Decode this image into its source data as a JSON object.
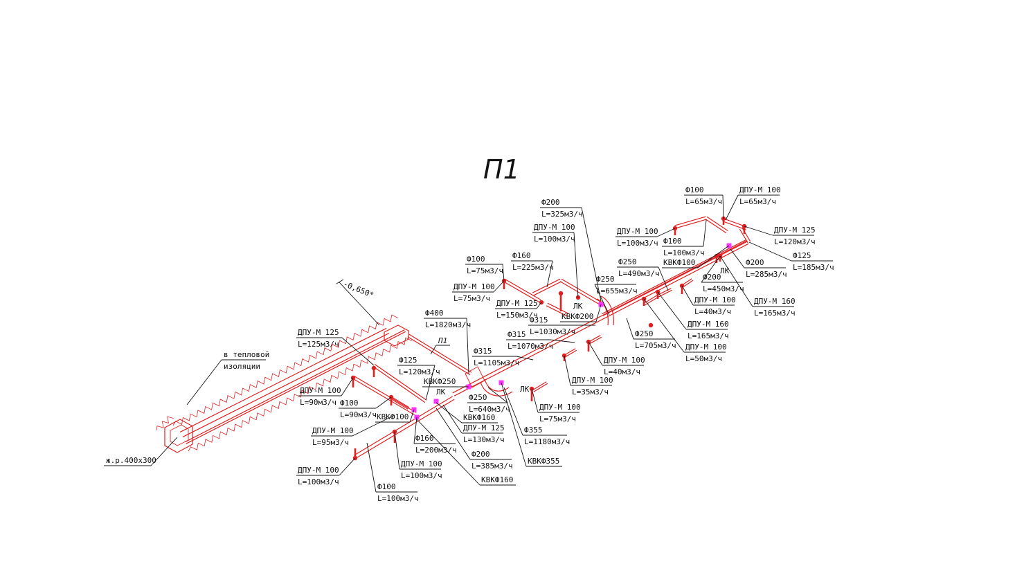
{
  "system": {
    "title": "П1"
  },
  "labels": {
    "elev": "-0,650*",
    "insulation_line1": "в тепловой",
    "insulation_line2": "изоляции",
    "shaft": "ж.р.400х300",
    "main_tag": "П1",
    "dpu125_a_1": "ДПУ-М 125",
    "dpu125_a_2": "L=125м3/ч",
    "dpu100_a_1": "ДПУ-М 100",
    "dpu100_a_2": "L=90м3/ч",
    "d100_a_1": "Ф100",
    "d100_a_2": "L=90м3/ч",
    "kvk100": "КВКФ100",
    "dpu100_b_1": "ДПУ-М 100",
    "dpu100_b_2": "L=95м3/ч",
    "d125_a_1": "Ф125",
    "d125_a_2": "L=120м3/ч",
    "kvk250": "КВКФ250",
    "lk_1": "ЛК",
    "d160_a_1": "Ф160",
    "d160_a_2": "L=200м3/ч",
    "dpu100_c_1": "ДПУ-М 100",
    "dpu100_c_2": "L=100м3/ч",
    "dpu100_d_1": "ДПУ-М 100",
    "dpu100_d_2": "L=100м3/ч",
    "d100_b_1": "Ф100",
    "d100_b_2": "L=100м3/ч",
    "d400_1": "Ф400",
    "d400_2": "L=1820м3/ч",
    "d315_a_1": "Ф315",
    "d315_a_2": "L=1105м3/ч",
    "d250_a_1": "Ф250",
    "d250_a_2": "L=640м3/ч",
    "kvk160_a": "КВКФ160",
    "dpu125_b_1": "ДПУ-М 125",
    "dpu125_b_2": "L=130м3/ч",
    "d200_a_1": "Ф200",
    "d200_a_2": "L=385м3/ч",
    "kvk160_b": "КВКФ160",
    "lk_2": "ЛК",
    "d355_1": "Ф355",
    "d355_2": "L=1180м3/ч",
    "kvk355": "КВКФ355",
    "dpu100_e_1": "ДПУ-М 100",
    "dpu100_e_2": "L=75м3/ч",
    "dpu100_f_1": "ДПУ-М 100",
    "dpu100_f_2": "L=35м3/ч",
    "dpu100_g_1": "ДПУ-М 100",
    "dpu100_g_2": "L=40м3/ч",
    "d315_b_1": "Ф315",
    "d315_b_2": "L=1070м3/ч",
    "d315_c_1": "Ф315",
    "d315_c_2": "L=1030м3/ч",
    "d100_c_1": "Ф100",
    "d100_c_2": "L=75м3/ч",
    "dpu100_h_1": "ДПУ-М 100",
    "dpu100_h_2": "L=75м3/ч",
    "d160_b_1": "Ф160",
    "d160_b_2": "L=225м3/ч",
    "dpu125_c_1": "ДПУ-М 125",
    "dpu125_c_2": "L=150м3/ч",
    "d200_b_1": "Ф200",
    "d200_b_2": "L=325м3/ч",
    "dpu100_i_1": "ДПУ-М 100",
    "dpu100_i_2": "L=100м3/ч",
    "lk_3": "ЛК",
    "kvk200": "КВКФ200",
    "d250_b_1": "Ф250",
    "d250_b_2": "L=655м3/ч",
    "d250_c_1": "Ф250",
    "d250_c_2": "L=705м3/ч",
    "d250_d_1": "Ф250",
    "d250_d_2": "L=490м3/ч",
    "dpu100_j_1": "ДПУ-М 100",
    "dpu100_j_2": "L=100м3/ч",
    "d100_d_1": "Ф100",
    "d100_d_2": "L=100м3/ч",
    "kvk100_b": "КВКФ100",
    "d100_e_1": "Ф100",
    "d100_e_2": "L=65м3/ч",
    "dpu100_k_1": "ДПУ-М 100",
    "dpu100_k_2": "L=65м3/ч",
    "dpu125_d_1": "ДПУ-М 125",
    "dpu125_d_2": "L=120м3/ч",
    "d125_b_1": "Ф125",
    "d125_b_2": "L=185м3/ч",
    "d200_c_1": "Ф200",
    "d200_c_2": "L=285м3/ч",
    "lk_4": "ЛК",
    "d200_d_1": "Ф200",
    "d200_d_2": "L=450м3/ч",
    "dpu100_l_1": "ДПУ-М 100",
    "dpu100_l_2": "L=40м3/ч",
    "dpu160_a_1": "ДПУ-М 160",
    "dpu160_a_2": "L=165м3/ч",
    "dpu100_m_1": "ДПУ-М 100",
    "dpu100_m_2": "L=50м3/ч",
    "dpu160_b_1": "ДПУ-М 160",
    "dpu160_b_2": "L=165м3/ч"
  }
}
